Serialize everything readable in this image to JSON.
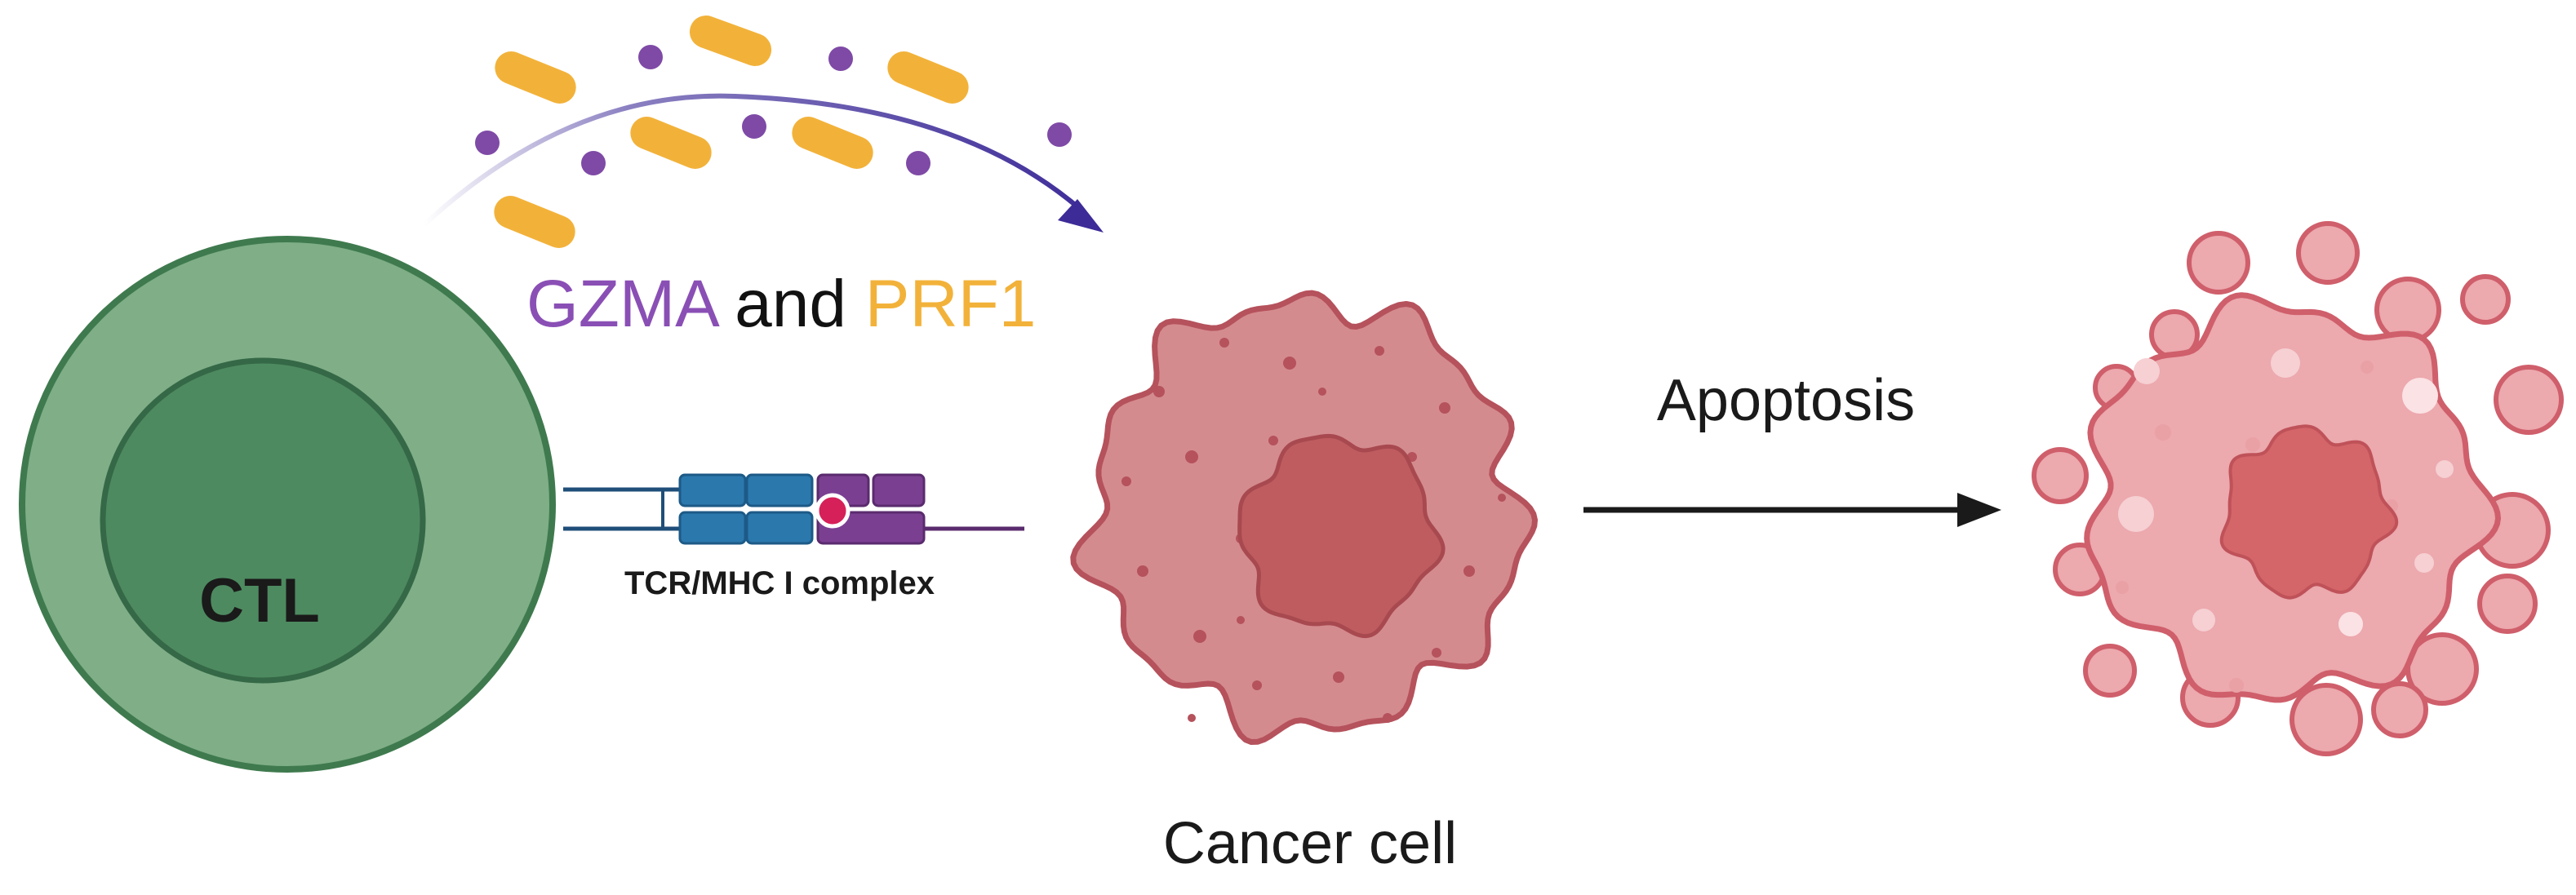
{
  "labels": {
    "ctl": "CTL",
    "tcr_mhc": "TCR/MHC I complex",
    "gzma": "GZMA",
    "and": "and",
    "prf1": "PRF1",
    "apoptosis": "Apoptosis",
    "cancer_cell": "Cancer cell"
  },
  "colors": {
    "ctl_outer": "#7fae87",
    "ctl_outer_stroke": "#3f7a4e",
    "ctl_inner": "#4d8a60",
    "ctl_inner_stroke": "#356846",
    "gzma": "#8a4fb5",
    "prf1": "#f2b23a",
    "granzyme_dot": "#7e4aa6",
    "perforin_capsule": "#f2b23a",
    "cancer_body": "#d48b8e",
    "cancer_stroke": "#b5525c",
    "cancer_nucleus": "#bf5c60",
    "apoptotic_body": "#eca9ae",
    "apoptotic_stroke": "#cf5f6b",
    "tcr_blue": "#2b78ad",
    "mhc_purple": "#7b3f92",
    "antigen": "#d6205a",
    "arrow_curve": "#3d2b98",
    "arrow_straight": "#1a1a1a"
  }
}
